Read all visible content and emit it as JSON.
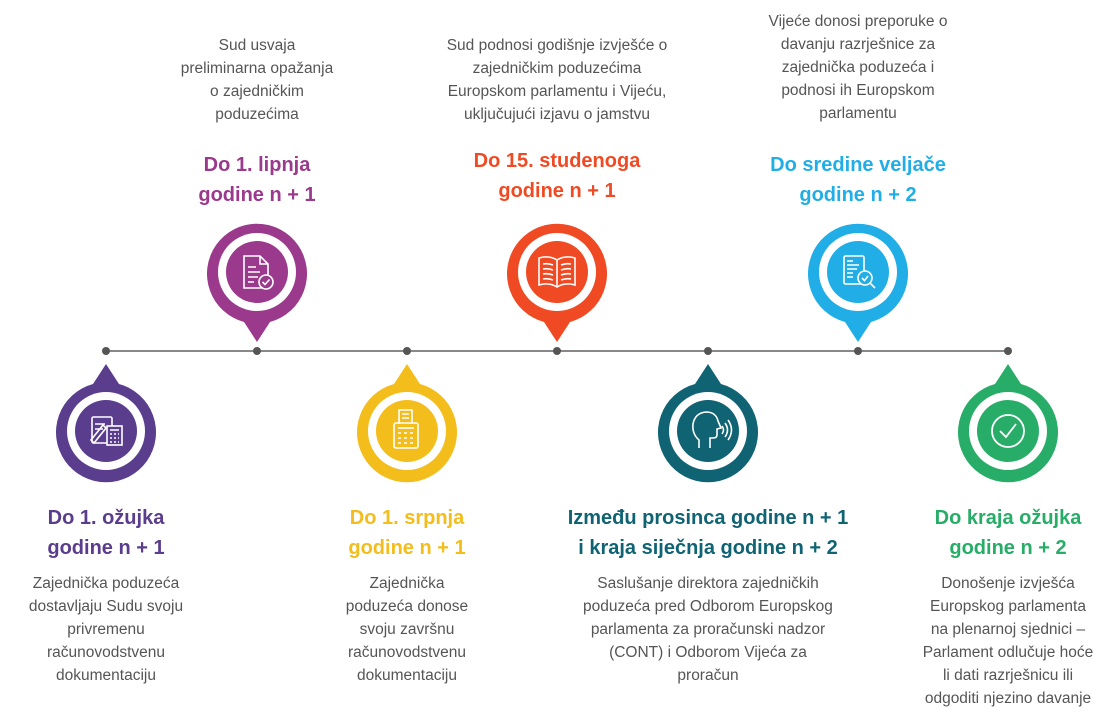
{
  "milestones": [
    {
      "id": "m1",
      "color": "#5a3d8c",
      "icon": "calculator-document-icon",
      "title_line1": "Do 1. ožujka",
      "title_line2": "godine n + 1",
      "desc_lines": [
        "Zajednička poduzeća",
        "dostavljaju Sudu svoju",
        "privremenu",
        "računovodstvenu",
        "dokumentaciju"
      ]
    },
    {
      "id": "m2",
      "color": "#9b3a8c",
      "icon": "document-check-icon",
      "title_line1": "Do 1. lipnja",
      "title_line2": "godine n + 1",
      "desc_lines": [
        "Sud usvaja",
        "preliminarna opažanja",
        "o zajedničkim",
        "poduzećima"
      ]
    },
    {
      "id": "m3",
      "color": "#f3bd1b",
      "icon": "printing-calculator-icon",
      "title_line1": "Do 1. srpnja",
      "title_line2": "godine n + 1",
      "desc_lines": [
        "Zajednička",
        "poduzeća donose",
        "svoju završnu",
        "računovodstvenu",
        "dokumentaciju"
      ]
    },
    {
      "id": "m4",
      "color": "#ef4a23",
      "icon": "open-book-icon",
      "title_line1": "Do 15. studenoga",
      "title_line2": "godine n + 1",
      "desc_lines": [
        "Sud podnosi godišnje izvješće o",
        "zajedničkim poduzećima",
        "Europskom parlamentu i Vijeću,",
        "uključujući izjavu o jamstvu"
      ]
    },
    {
      "id": "m5",
      "color": "#0f6373",
      "icon": "speaking-head-icon",
      "title_line1": "Između prosinca godine n + 1",
      "title_line2": "i kraja siječnja godine n + 2",
      "desc_lines": [
        "Saslušanje direktora zajedničkih",
        "poduzeća pred Odborom Europskog",
        "parlamenta za proračunski nadzor",
        "(CONT) i Odborom Vijeća za",
        "proračun"
      ]
    },
    {
      "id": "m6",
      "color": "#21aee6",
      "icon": "document-search-icon",
      "title_line1": "Do sredine veljače",
      "title_line2": "godine n + 2",
      "desc_lines": [
        "Vijeće donosi preporuke o",
        "davanju razrješnice za",
        "zajednička poduzeća i",
        "podnosi ih Europskom",
        "parlamentu"
      ]
    },
    {
      "id": "m7",
      "color": "#27ad68",
      "icon": "checkmark-circle-icon",
      "title_line1": "Do kraja ožujka",
      "title_line2": "godine n + 2",
      "desc_lines": [
        "Donošenje izvješća",
        "Europskog parlamenta",
        "na plenarnoj sjednici –",
        "Parlament odlučuje hoće",
        "li dati razrješnicu ili",
        "odgoditi njezino davanje"
      ]
    }
  ]
}
